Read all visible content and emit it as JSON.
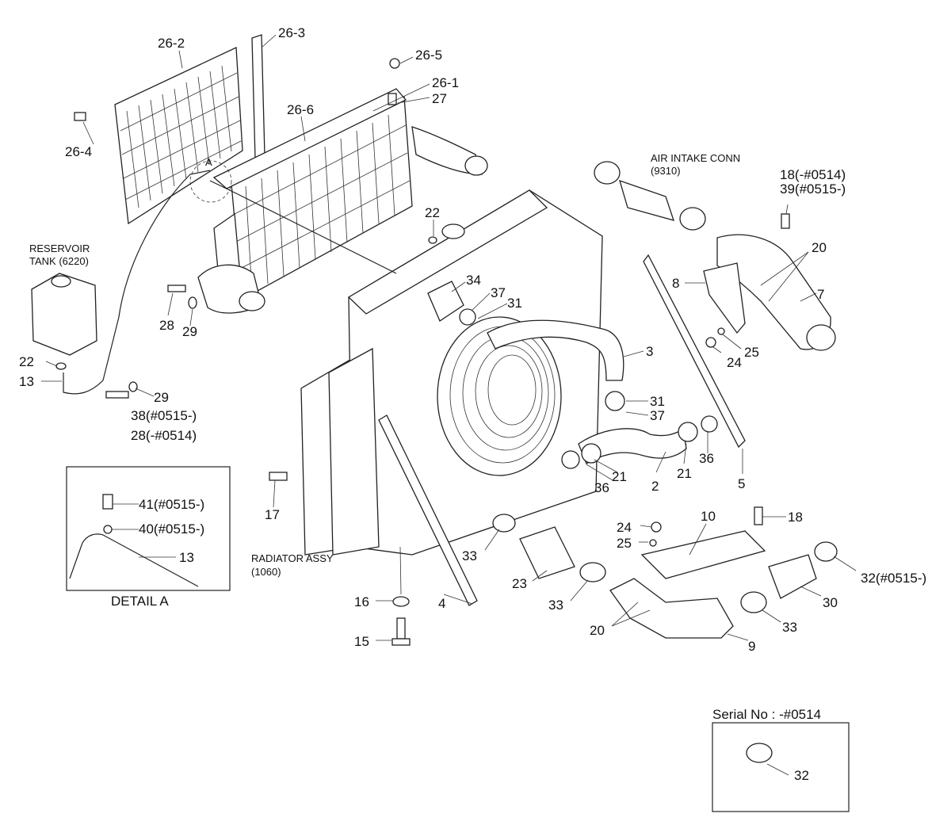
{
  "callouts": {
    "c26_2": "26-2",
    "c26_3": "26-3",
    "c26_5": "26-5",
    "c26_1": "26-1",
    "c27": "27",
    "c26_6": "26-6",
    "c26_4": "26-4",
    "c22a": "22",
    "c22b": "22",
    "c13a": "13",
    "c28a": "28",
    "c29a": "29",
    "c29b": "29",
    "c38": "38(#0515-)",
    "c28b": "28(-#0514)",
    "c34": "34",
    "c37a": "37",
    "c31a": "31",
    "c3": "3",
    "c31b": "31",
    "c37b": "37",
    "c18a": "18(-#0514)",
    "c39": "39(#0515-)",
    "c20a": "20",
    "c8": "8",
    "c7": "7",
    "c24a": "24",
    "c25a": "25",
    "c36a": "36",
    "c21a": "21",
    "c36b": "36",
    "c21b": "21",
    "c2": "2",
    "c5": "5",
    "c17": "17",
    "c33a": "33",
    "c23": "23",
    "c33b": "33",
    "c24b": "24",
    "c25b": "25",
    "c10": "10",
    "c18b": "18",
    "c32a": "32(#0515-)",
    "c30": "30",
    "c33c": "33",
    "c20b": "20",
    "c9": "9",
    "c16": "16",
    "c15": "15",
    "c4": "4",
    "c41": "41(#0515-)",
    "c40": "40(#0515-)",
    "c13b": "13",
    "c32b": "32"
  },
  "captions": {
    "reservoir_line1": "RESERVOIR",
    "reservoir_line2": "TANK (6220)",
    "air_intake_line1": "AIR INTAKE CONN",
    "air_intake_line2": "(9310)",
    "radiator_line1": "RADIATOR ASSY",
    "radiator_line2": "(1060)",
    "detail_marker": "A",
    "detail_title": "DETAIL A",
    "serial_title": "Serial No : -#0514"
  }
}
